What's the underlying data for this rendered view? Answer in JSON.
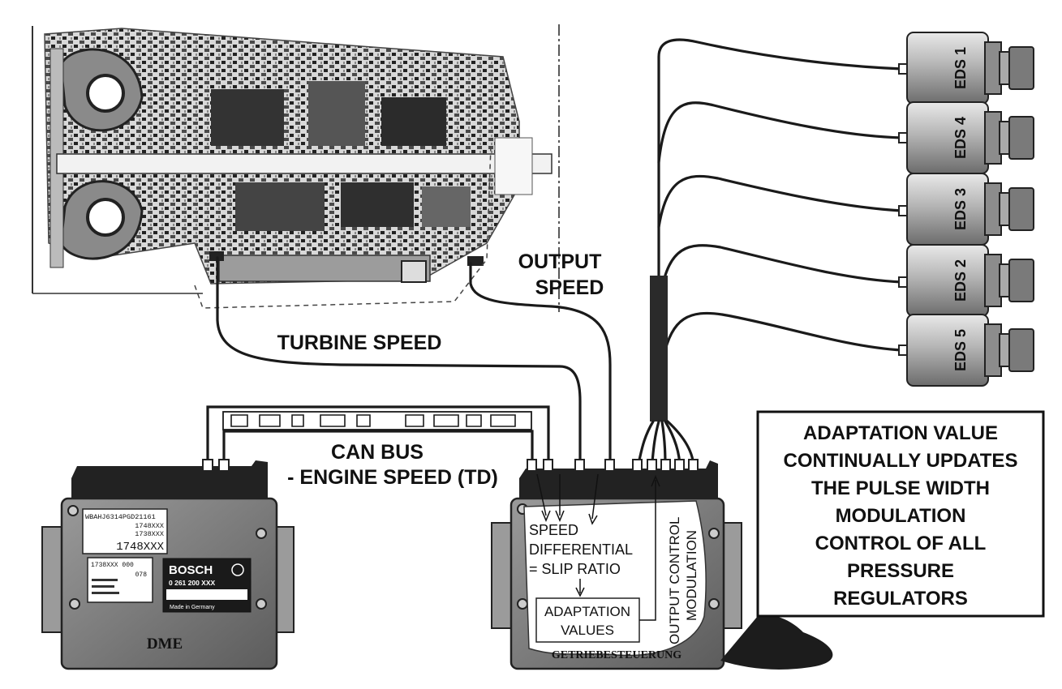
{
  "labels": {
    "output_speed_line1": "OUTPUT",
    "output_speed_line2": "SPEED",
    "turbine_speed": "TURBINE SPEED",
    "can_bus_line1": "CAN BUS",
    "can_bus_line2": "- ENGINE SPEED (TD)"
  },
  "solenoids": [
    {
      "label": "EDS 1"
    },
    {
      "label": "EDS 4"
    },
    {
      "label": "EDS 3"
    },
    {
      "label": "EDS 2"
    },
    {
      "label": "EDS 5"
    }
  ],
  "adaptation_box": {
    "lines": [
      "ADAPTATION VALUE",
      "CONTINUALLY UPDATES",
      "THE PULSE WIDTH",
      "MODULATION",
      "CONTROL OF ALL",
      "PRESSURE",
      "REGULATORS"
    ]
  },
  "dme": {
    "sticker_lines": [
      "WBAHJ6314PGD21161",
      "1748XXX",
      "1738XXX"
    ],
    "sticker_big": "1748XXX",
    "small_label_line1": "1738XXX  000",
    "small_label_line2": "078",
    "brand": "BOSCH",
    "part_number": "0 261 200 XXX",
    "made_in": "Made in Germany",
    "name": "DME"
  },
  "egs": {
    "speed_differential_lines": [
      "SPEED",
      "DIFFERENTIAL",
      "= SLIP RATIO"
    ],
    "adaptation_values_lines": [
      "ADAPTATION",
      "VALUES"
    ],
    "output_control_lines": [
      "OUTPUT CONTROL",
      "MODULATION"
    ],
    "name": "GETRIEBESTEUERUNG"
  }
}
